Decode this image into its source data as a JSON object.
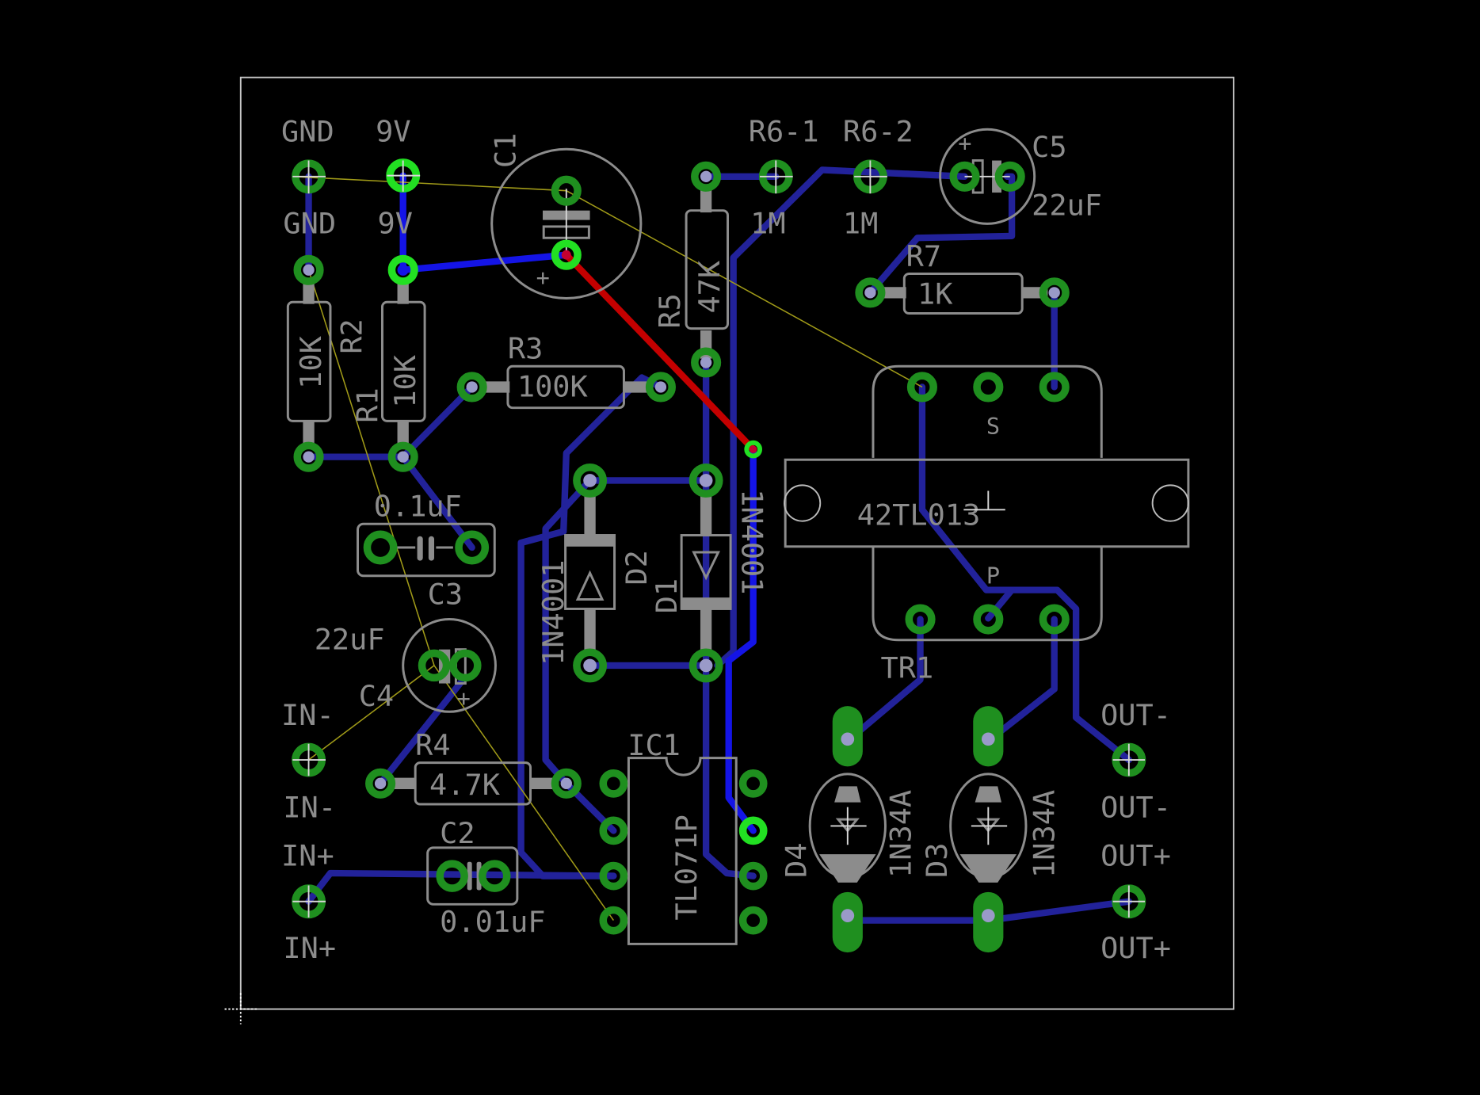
{
  "board": {
    "background": "#000000",
    "colors": {
      "bottom_trace": "#22229a",
      "highlight_trace": "#1414e6",
      "top_trace": "#c40000",
      "pad": "#1f8f1f",
      "pad_highlight": "#22e022",
      "silkscreen": "#8c8c8c",
      "airwire": "#a09a18",
      "outline": "#c8c8c8"
    }
  },
  "connectors": {
    "gnd_top": "GND",
    "nine_v_top": "9V",
    "gnd_bot": "GND",
    "nine_v_bot": "9V",
    "in_minus_top": "IN-",
    "in_minus_bot": "IN-",
    "in_plus_top": "IN+",
    "in_plus_bot": "IN+",
    "out_minus_top": "OUT-",
    "out_minus_bot": "OUT-",
    "out_plus_top": "OUT+",
    "out_plus_bot": "OUT+",
    "r6_1": "R6-1",
    "r6_2": "R6-2",
    "r6_1_value": "1M",
    "r6_2_value": "1M"
  },
  "components": {
    "c1": {
      "name": "C1"
    },
    "c2": {
      "name": "C2",
      "value": "0.01uF"
    },
    "c3": {
      "name": "C3",
      "value": "0.1uF"
    },
    "c4": {
      "name": "C4",
      "value": "22uF"
    },
    "c5": {
      "name": "C5",
      "value": "22uF"
    },
    "r1": {
      "name": "R1",
      "value": "10K"
    },
    "r2": {
      "name": "R2",
      "value": "10K"
    },
    "r3": {
      "name": "R3",
      "value": "100K"
    },
    "r4": {
      "name": "R4",
      "value": "4.7K"
    },
    "r5": {
      "name": "R5",
      "value": "47K"
    },
    "r7": {
      "name": "R7",
      "value": "1K"
    },
    "d1": {
      "name": "D1",
      "value": "1N4001"
    },
    "d2": {
      "name": "D2",
      "value": "1N4001"
    },
    "d3": {
      "name": "D3",
      "value": "1N34A"
    },
    "d4": {
      "name": "D4",
      "value": "1N34A"
    },
    "ic1": {
      "name": "IC1",
      "value": "TL071P"
    },
    "tr1": {
      "name": "TR1",
      "value": "42TL013",
      "secondary": "S",
      "primary": "P"
    },
    "polarity_plus": "+"
  }
}
